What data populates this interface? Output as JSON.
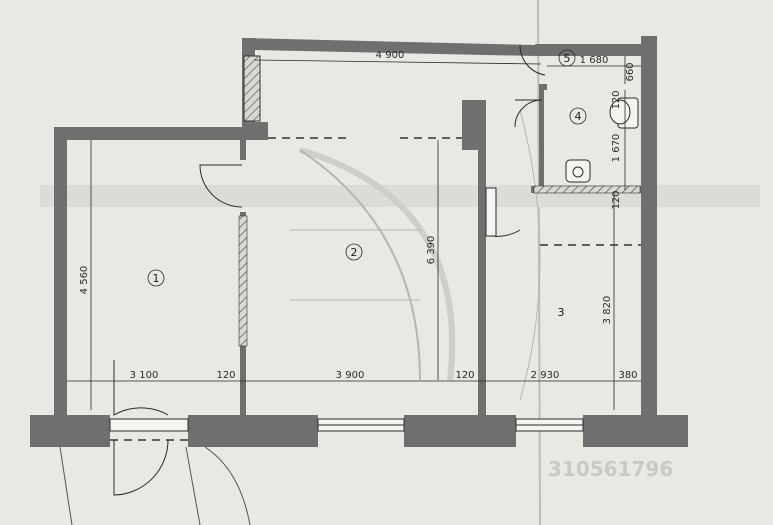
{
  "plan": {
    "background": "#e9e8e3",
    "wall_color": "#6f6f6f",
    "line_color": "#2a2a2a",
    "rooms": [
      {
        "id": "room-1",
        "number": "1"
      },
      {
        "id": "room-2",
        "number": "2"
      },
      {
        "id": "room-3",
        "number": "3"
      },
      {
        "id": "room-4",
        "number": "4"
      },
      {
        "id": "room-5",
        "number": "5"
      }
    ],
    "dimensions": {
      "top_4900": "4 900",
      "top_1680": "1 680",
      "side_660": "660",
      "side_120_top": "120",
      "side_1670": "1 670",
      "side_120_mid": "120",
      "height_6390": "6 390",
      "height_4560": "4 560",
      "height_3820": "3 820",
      "bottom_3100": "3 100",
      "bottom_120_a": "120",
      "bottom_3900": "3 900",
      "bottom_120_b": "120",
      "bottom_2930": "2 930",
      "bottom_380": "380"
    },
    "watermark": "310561796"
  }
}
